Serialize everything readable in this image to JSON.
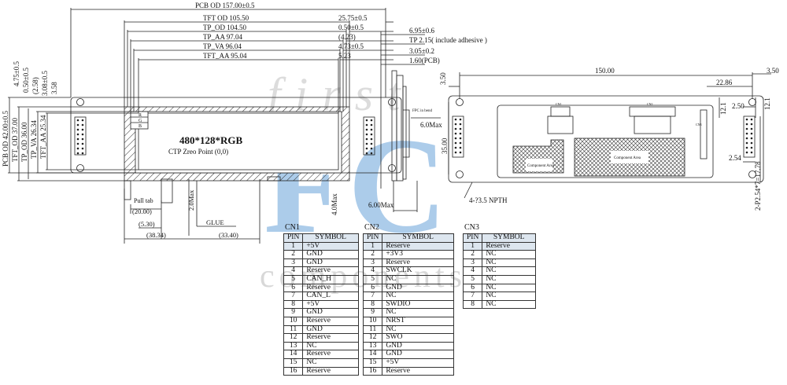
{
  "front_view": {
    "dims_top": [
      "PCB OD 157.00±0.5",
      "TFT OD 105.50",
      "TP_OD 104.50",
      "TP_AA 97.04",
      "TP_VA 96.04",
      "TFT_AA 95.04"
    ],
    "dims_right": [
      "25.75±0.5",
      "0.50±0.5",
      "(4.23)",
      "4.73±0.5",
      "5.23"
    ],
    "dims_left": [
      "PCB OD 42.00±0.5",
      "TFT_OD 37.00",
      "TP_OD 36.00",
      "TP_VA 26.34",
      "TFT_AA 25.34"
    ],
    "dims_left_small": [
      "4.75±0.5",
      "0.50±0.5",
      "(2.58)",
      "3.08±0.5",
      "3.58"
    ],
    "resolution": "480*128*RGB",
    "origin_label": "CTP Zreo Point (0,0)",
    "rgb_labels": [
      "R",
      "G",
      "B"
    ],
    "bottom_labels": [
      "Pull tab",
      "(20.00)",
      "(5.30)",
      "(38.34)",
      "2.0Max",
      "GLUE",
      "(33.40)"
    ]
  },
  "side_view": {
    "dims": [
      "6.95±0.6",
      "TP 2.15( include adhesive )",
      "3.05±0.2",
      "1.60(PCB)"
    ],
    "fpc_label": "FPC in bend",
    "max_right": "6.0Max",
    "max_vertical": "4.0Max",
    "max_bottom": "6.00Max"
  },
  "rear_view": {
    "dims": [
      "150.00",
      "3.50",
      "3.50",
      "22.86",
      "12.1",
      "2.50",
      "12.1",
      "35.00",
      "2.54",
      "2-P2.54*7=17.78"
    ],
    "hole_label": "4-?3.5 NPTH",
    "connector_labels": [
      "CN1",
      "CN2",
      "CN3"
    ],
    "area_labels": [
      "Component Area",
      "Component Area"
    ]
  },
  "watermark": {
    "top": "first",
    "mid": "FC",
    "bottom": "components"
  },
  "colors": {
    "watermark_blue": "#5b9bd5",
    "watermark_gray": "#c9c9c9",
    "table_header": "#dde6ef"
  },
  "tables": {
    "headers": [
      "PIN",
      "SYMBOL"
    ],
    "cn1": {
      "title": "CN1",
      "rows": [
        [
          "1",
          "+5V"
        ],
        [
          "2",
          "GND"
        ],
        [
          "3",
          "GND"
        ],
        [
          "4",
          "Reserve"
        ],
        [
          "5",
          "CAN_H"
        ],
        [
          "6",
          "Reserve"
        ],
        [
          "7",
          "CAN_L"
        ],
        [
          "8",
          "+5V"
        ],
        [
          "9",
          "GND"
        ],
        [
          "10",
          "Reserve"
        ],
        [
          "11",
          "GND"
        ],
        [
          "12",
          "Reserve"
        ],
        [
          "13",
          "NC"
        ],
        [
          "14",
          "Reserve"
        ],
        [
          "15",
          "NC"
        ],
        [
          "16",
          "Reserve"
        ]
      ]
    },
    "cn2": {
      "title": "CN2",
      "rows": [
        [
          "1",
          "Reserve"
        ],
        [
          "2",
          "+3V3"
        ],
        [
          "3",
          "Reserve"
        ],
        [
          "4",
          "SWCLK"
        ],
        [
          "5",
          "NC"
        ],
        [
          "6",
          "GND"
        ],
        [
          "7",
          "NC"
        ],
        [
          "8",
          "SWDIO"
        ],
        [
          "9",
          "NC"
        ],
        [
          "10",
          "NRST"
        ],
        [
          "11",
          "NC"
        ],
        [
          "12",
          "SWO"
        ],
        [
          "13",
          "GND"
        ],
        [
          "14",
          "GND"
        ],
        [
          "15",
          "+5V"
        ],
        [
          "16",
          "Reserve"
        ]
      ]
    },
    "cn3": {
      "title": "CN3",
      "rows": [
        [
          "1",
          "Reserve"
        ],
        [
          "2",
          "NC"
        ],
        [
          "3",
          "NC"
        ],
        [
          "4",
          "NC"
        ],
        [
          "5",
          "NC"
        ],
        [
          "6",
          "NC"
        ],
        [
          "7",
          "NC"
        ],
        [
          "8",
          "NC"
        ]
      ]
    }
  }
}
